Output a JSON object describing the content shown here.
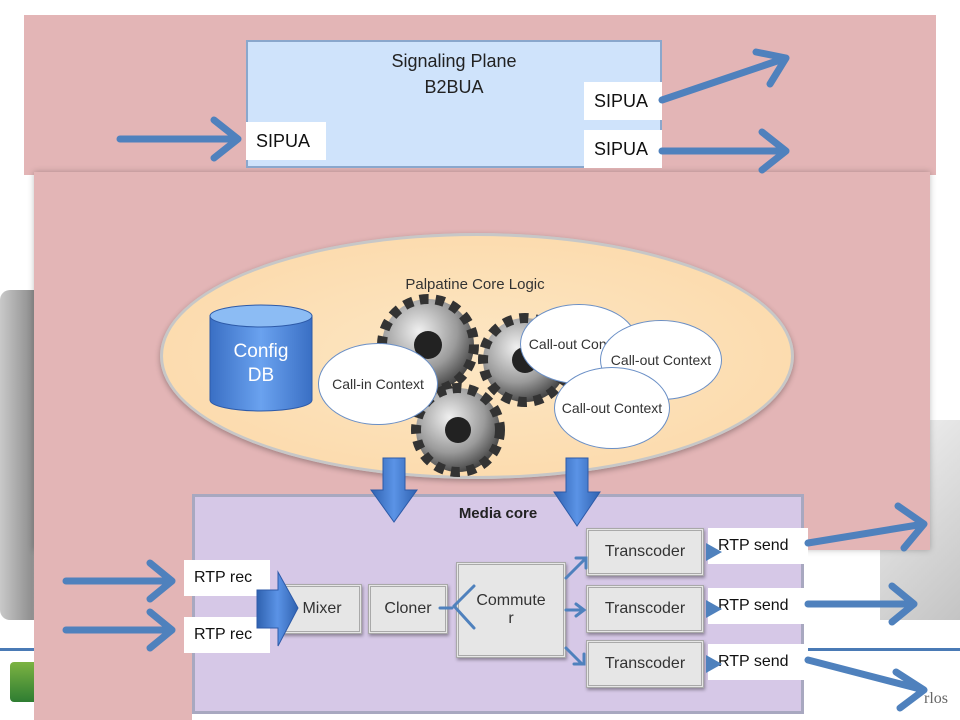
{
  "signaling": {
    "title": "Signaling Plane",
    "subtitle": "B2BUA",
    "sipua_left": "SIPUA",
    "sipua_right_top": "SIPUA",
    "sipua_right_bottom": "SIPUA"
  },
  "core": {
    "title": "Palpatine Core Logic",
    "db_line1": "Config",
    "db_line2": "DB",
    "call_in": "Call-in Context",
    "call_out_1": "Call-out Context",
    "call_out_2": "Call-out Context",
    "call_out_3": "Call-out Context"
  },
  "media": {
    "title": "Media core",
    "mixer": "Mixer",
    "cloner": "Cloner",
    "commuter_line1": "Commute",
    "commuter_line2": "r",
    "transcoder": [
      "Transcoder",
      "Transcoder",
      "Transcoder"
    ],
    "rtp_rec": [
      "RTP rec",
      "RTP rec"
    ],
    "rtp_send": [
      "RTP send",
      "RTP send",
      "RTP send"
    ]
  },
  "footer": {
    "text": "rlos"
  },
  "colors": {
    "panel": "#e3b5b6",
    "signaling_box": "#cfe3fb",
    "arrow": "#4f81bd",
    "media_box": "#d6c8e7",
    "ellipse": "#fbd7a6"
  }
}
